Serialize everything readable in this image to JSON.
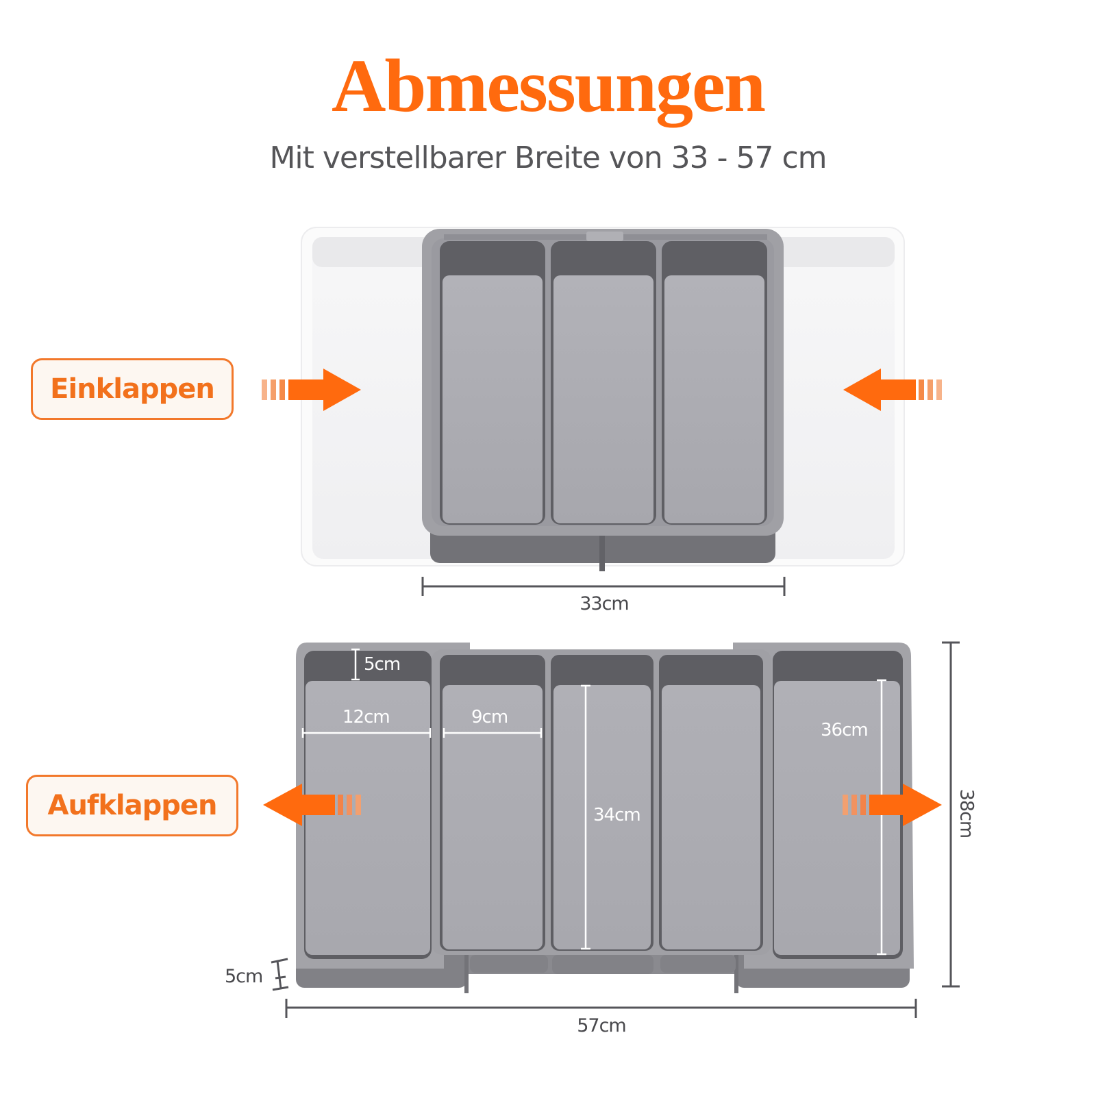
{
  "header": {
    "title": "Abmessungen",
    "subtitle": "Mit verstellbarer Breite von 33 - 57 cm"
  },
  "collapsed_section": {
    "badge_label": "Einklappen",
    "width_label": "33cm",
    "arrow_left": "arrow-right-icon",
    "arrow_right": "arrow-left-icon",
    "compartments": 3
  },
  "expanded_section": {
    "badge_label": "Aufklappen",
    "width_label": "57cm",
    "depth_label": "38cm",
    "height_outer_label": "5cm",
    "height_inner_label": "5cm",
    "side_compartment_width_label": "12cm",
    "middle_compartment_width_label": "9cm",
    "middle_compartment_length_label": "34cm",
    "side_compartment_length_label": "36cm",
    "arrow_left": "arrow-left-icon",
    "arrow_right": "arrow-right-icon",
    "compartments": 5
  },
  "colors": {
    "accent": "#ff6a0e",
    "badge_border": "#f2782b",
    "badge_bg": "#fdf7f1",
    "text_gray": "#555558",
    "tray_gray": "#a9a9ae",
    "tray_dark": "#6f6f74",
    "white_tray": "#f4f4f5"
  }
}
